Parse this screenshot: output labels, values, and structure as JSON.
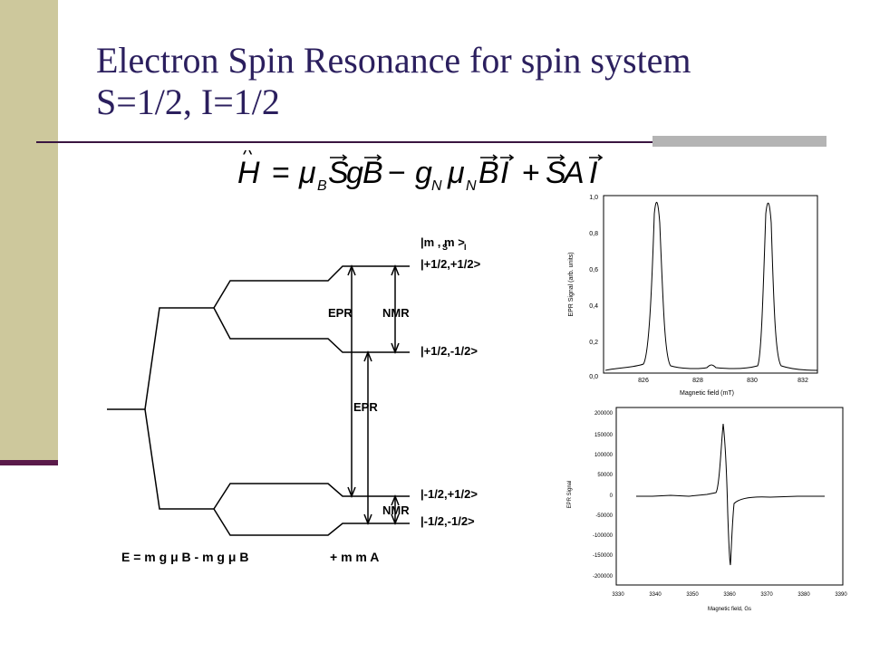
{
  "slide": {
    "title_line1": "Electron Spin Resonance for spin system",
    "title_line2": "S=1/2, I=1/2",
    "colors": {
      "sidebar": "#cdc89c",
      "accent": "#5a1a4a",
      "title": "#2b1f5e",
      "rule_accent": "#b4b4b4"
    }
  },
  "equation": {
    "H": "H",
    "eq": "=",
    "muB": "μ",
    "muB_sub": "B",
    "S": "S",
    "g": "g",
    "B": "B",
    "minus": "−",
    "gN": "g",
    "gN_sub": "N",
    "muN": "μ",
    "muN_sub": "N",
    "B2": "B",
    "I": "I",
    "plus": "+",
    "S2": "S",
    "A": "A",
    "I2": "I"
  },
  "energy_diagram": {
    "state_header": "|m   , m   >",
    "state_header_s": "S",
    "state_header_i": "I",
    "states": [
      "|+1/2,+1/2>",
      "|+1/2,-1/2>",
      "|-1/2,+1/2>",
      "|-1/2,-1/2>"
    ],
    "label_epr_top": "EPR",
    "label_nmr_top": "NMR",
    "label_epr_mid": "EPR",
    "label_nmr_bottom": "NMR",
    "formula_left": "E   =   m g   μ B  -  m g  μ  B",
    "formula_right": "+ m  m  A"
  },
  "epr_spectrum_1": {
    "ylabel": "EPR Signal (arb. units)",
    "xlabel": "Magnetic field (mT)",
    "yticks": [
      "0,0",
      "0,2",
      "0,4",
      "0,6",
      "0,8",
      "1,0"
    ],
    "xticks": [
      "826",
      "828",
      "830",
      "832"
    ]
  },
  "epr_spectrum_2": {
    "ylabel": "EPR Signal",
    "xlabel": "Magnetic field, Gs",
    "yticks": [
      "200000",
      "150000",
      "100000",
      "50000",
      "0",
      "-50000",
      "-100000",
      "-150000",
      "-200000"
    ],
    "xticks": [
      "3330",
      "3340",
      "3350",
      "3360",
      "3370",
      "3380",
      "3390"
    ]
  }
}
